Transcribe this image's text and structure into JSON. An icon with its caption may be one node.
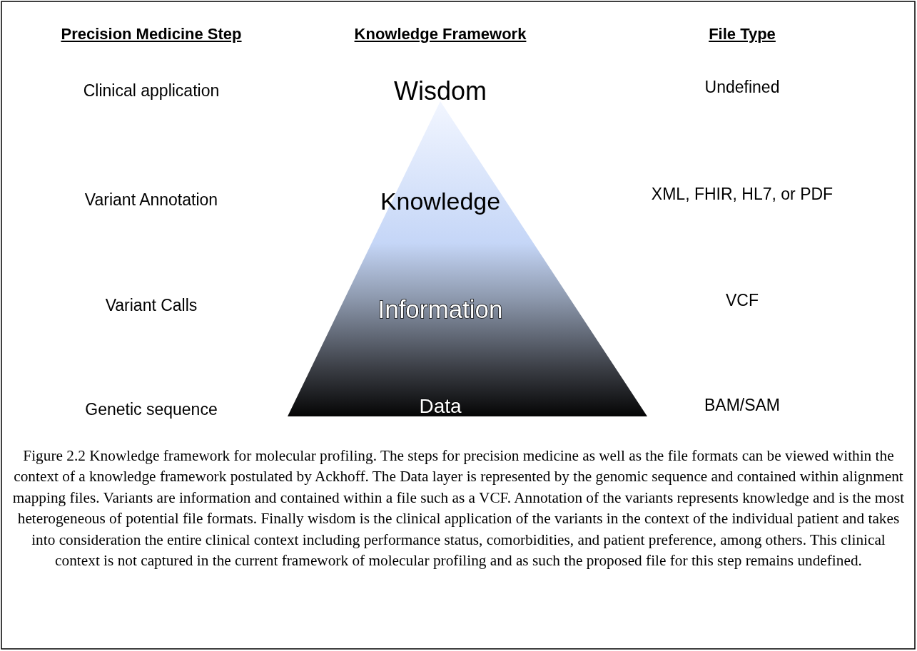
{
  "diagram": {
    "caption": "Figure 2.2 Knowledge framework for molecular profiling. The steps for precision medicine as well as the file formats can be viewed within the context of a knowledge framework postulated by Ackhoff. The Data layer is represented by the genomic sequence and contained within alignment mapping files. Variants are information and contained within a file such as a VCF. Annotation of the variants represents knowledge and is the most heterogeneous of potential file formats. Finally wisdom is the clinical application of the variants in the context of the individual patient and takes into consideration the entire clinical context including performance status, comorbidities, and patient preference, among others. This clinical context is not captured in the current framework of molecular profiling and as such the proposed file for this step remains undefined.",
    "nodes": [
      {
        "text": [
          "Wisdom",
          "Knowledge",
          "Information",
          "Data"
        ]
      }
    ],
    "labels": [
      "Precision Medicine Step",
      "Knowledge Framework",
      "File Type",
      "Clinical application",
      "Undefined",
      "Variant Annotation",
      "XML, FHIR, HL7, or PDF",
      "Variant Calls",
      "VCF",
      "Genetic sequence",
      "BAM/SAM"
    ]
  }
}
